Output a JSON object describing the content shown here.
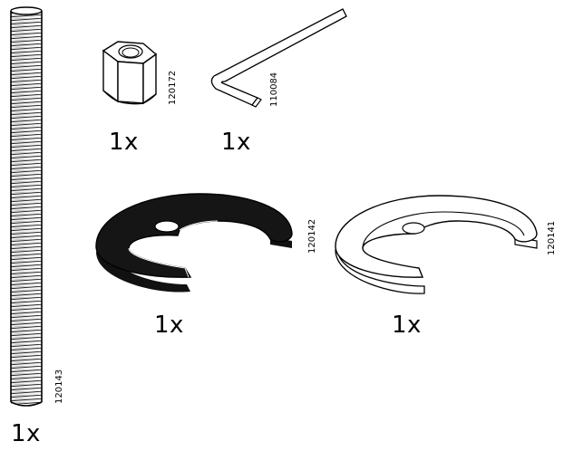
{
  "parts": [
    {
      "name": "threaded-rod",
      "quantity": "1x",
      "article_number": "120143"
    },
    {
      "name": "hex-nut",
      "quantity": "1x",
      "article_number": "120172"
    },
    {
      "name": "allen-key",
      "quantity": "1x",
      "article_number": "110084"
    },
    {
      "name": "black-c-washer",
      "quantity": "1x",
      "article_number": "120142"
    },
    {
      "name": "white-c-washer",
      "quantity": "1x",
      "article_number": "120141"
    }
  ]
}
